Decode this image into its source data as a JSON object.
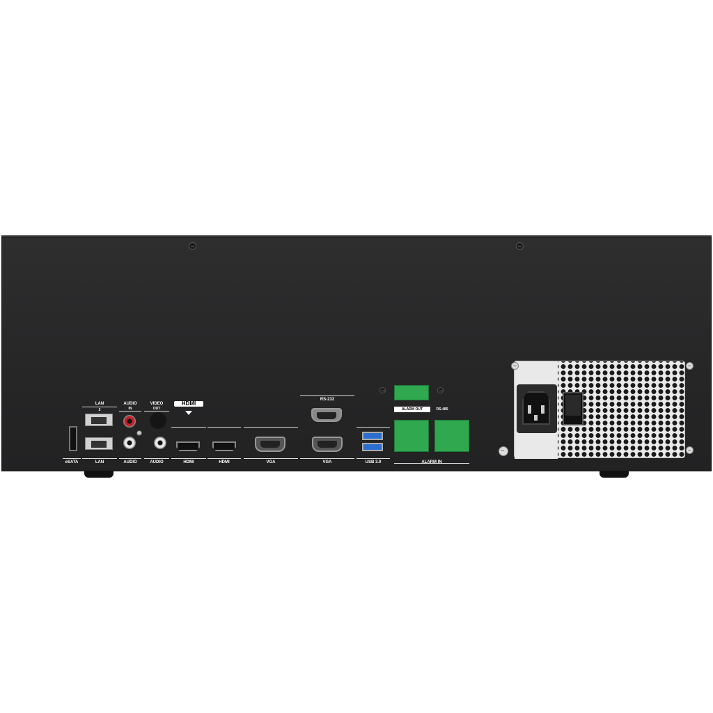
{
  "device": {
    "ports": {
      "esata": "eSATA",
      "lan_top": "LAN",
      "lan_top_num": "2",
      "lan_bottom": "LAN",
      "audio_in": "AUDIO",
      "audio_in_sub": "IN",
      "audio_bottom": "AUDIO",
      "video_out": "VIDEO",
      "video_out_sub": "OUT",
      "audio_bottom2": "AUDIO",
      "hdmi_logo": "HDMI",
      "hdmi1": "HDMI",
      "hdmi2": "HDMI",
      "vga1": "VGA",
      "vga2": "VGA",
      "rs232": "RS-232",
      "usb": "USB 3.0",
      "alarm_out": "ALARM OUT",
      "rs485": "RS-485",
      "alarm_in": "ALARM IN"
    }
  },
  "colors": {
    "chassis": "#262627",
    "terminal_green": "#2fa84f",
    "usb_blue": "#2a6fd0",
    "rca_red": "#c8202a",
    "rca_white": "#e8e8e8"
  }
}
